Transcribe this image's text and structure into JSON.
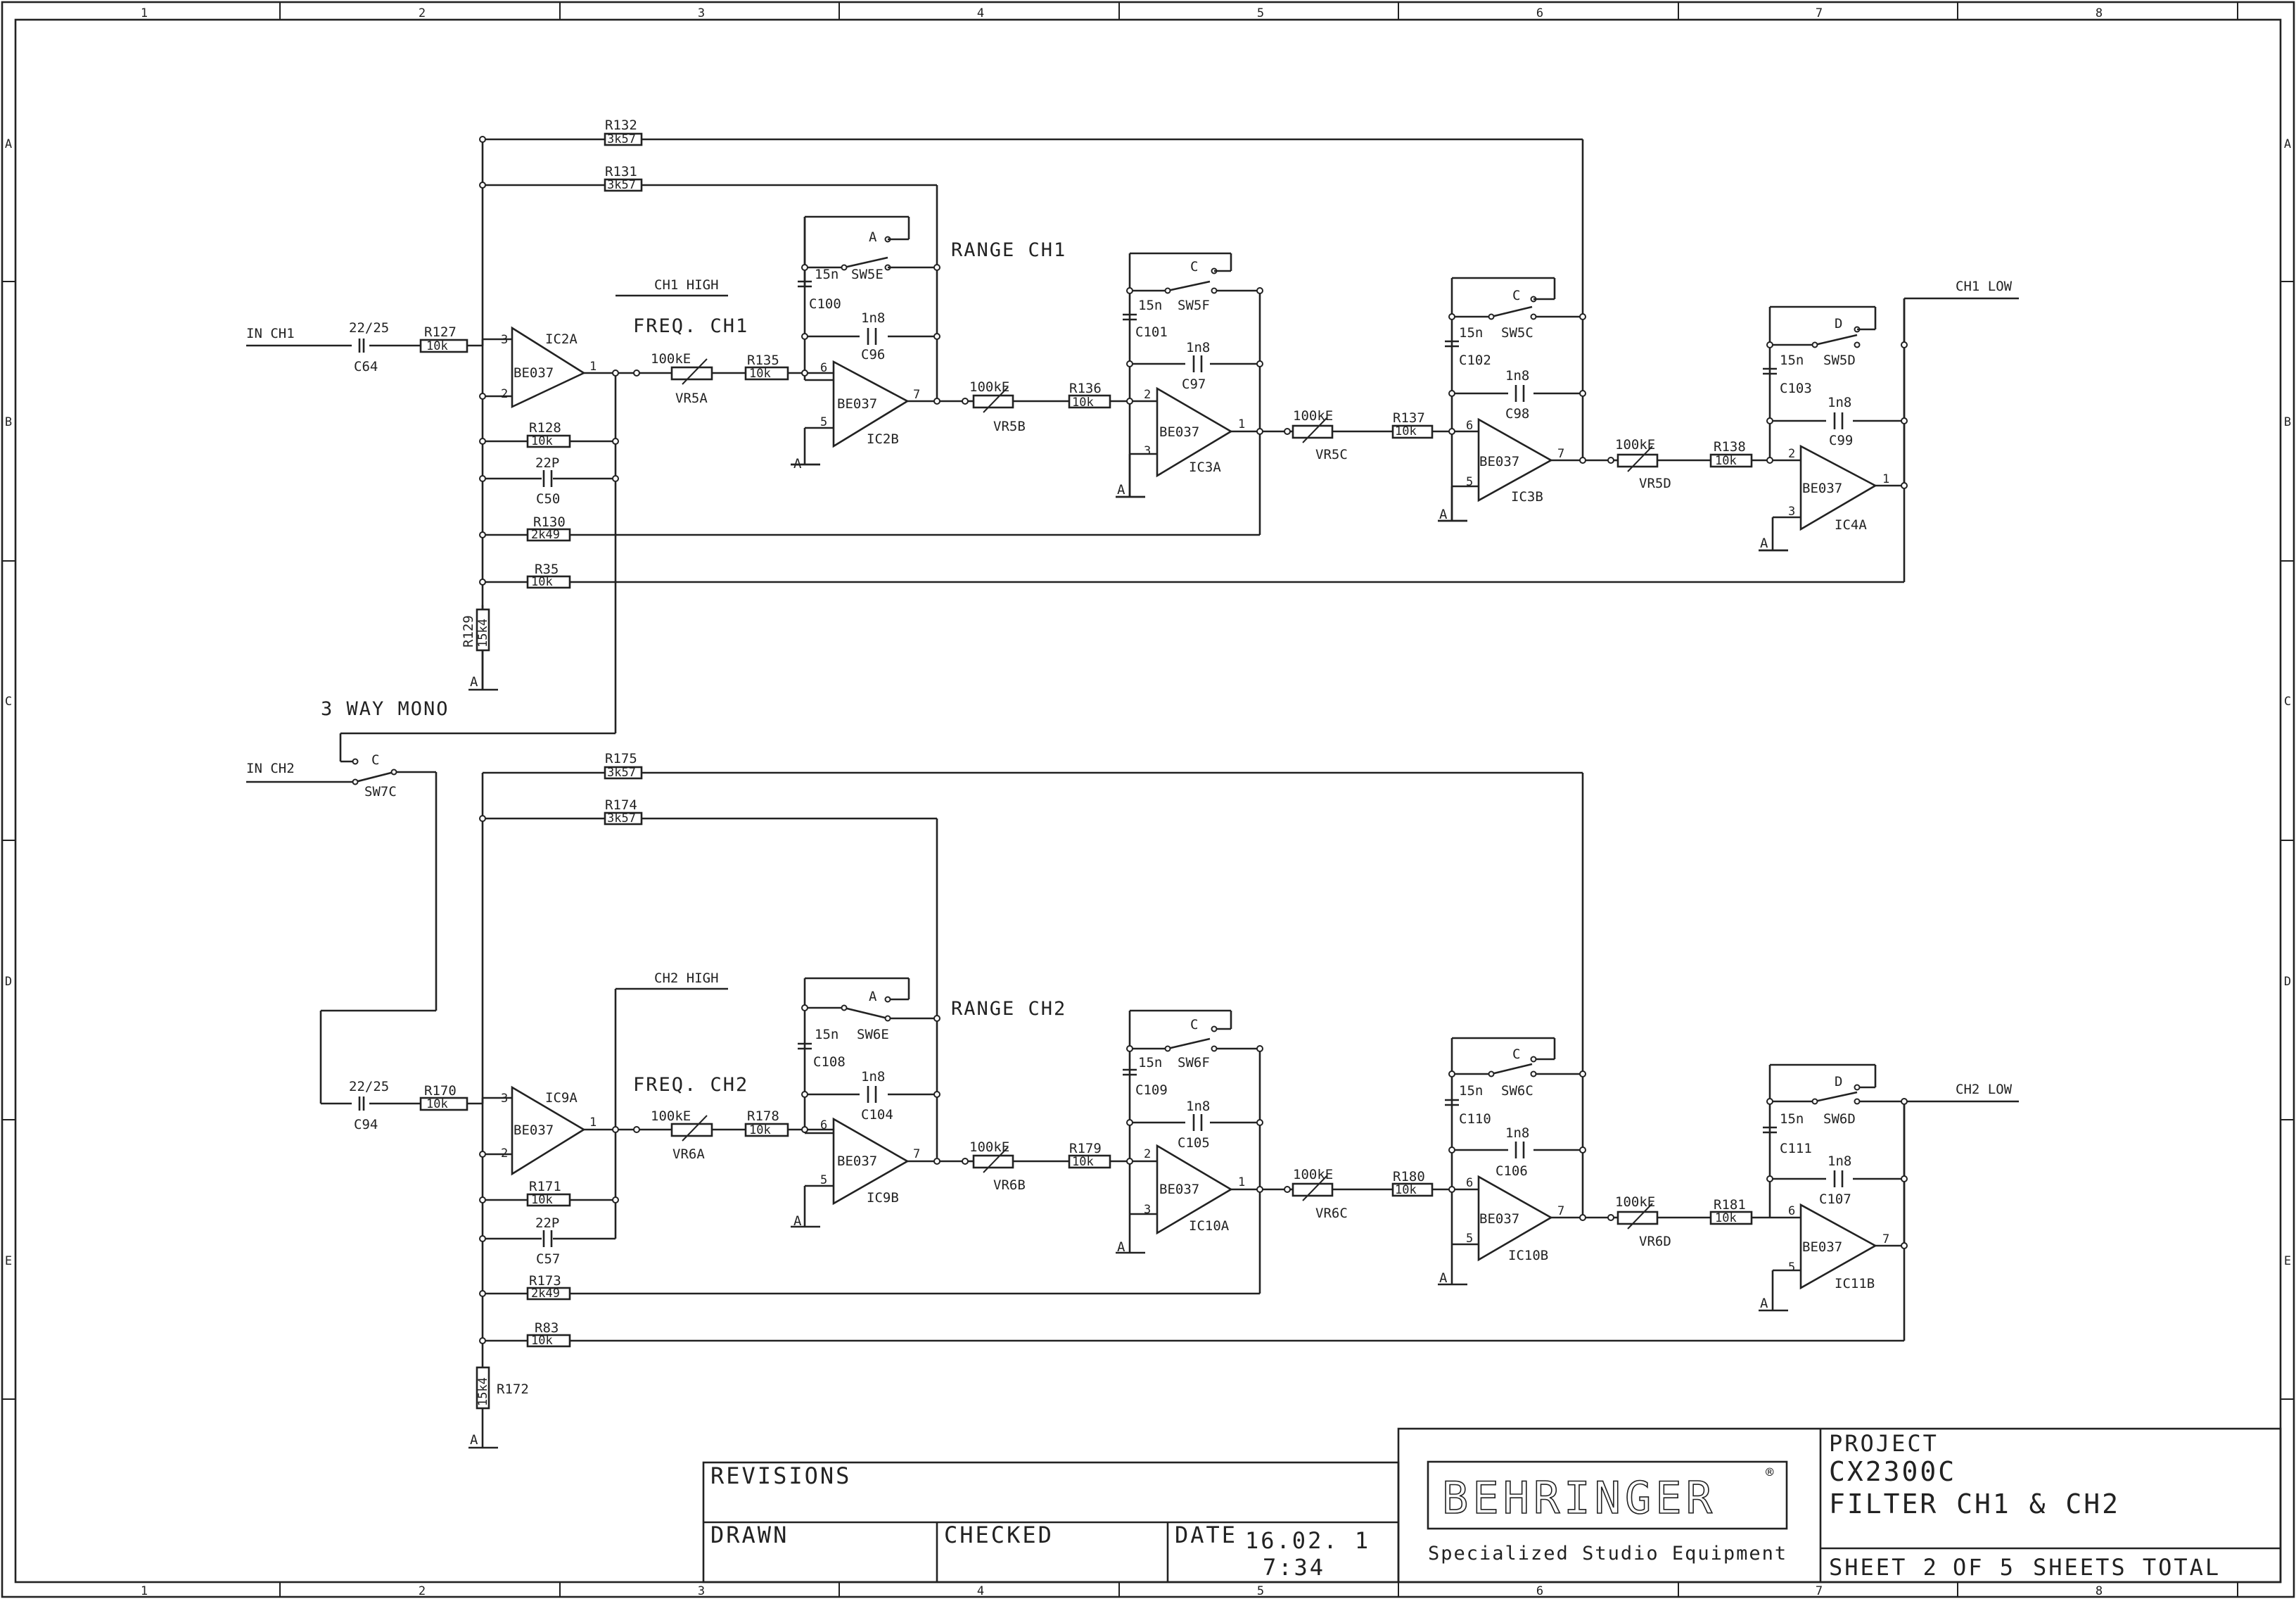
{
  "border": {
    "columns": [
      "1",
      "2",
      "3",
      "4",
      "5",
      "6",
      "7",
      "8"
    ],
    "rows": [
      "A",
      "B",
      "C",
      "D",
      "E"
    ]
  },
  "labels": {
    "in_ch1": "IN CH1",
    "in_ch2": "IN CH2",
    "ch1_high": "CH1 HIGH",
    "ch2_high": "CH2 HIGH",
    "ch1_low": "CH1 LOW",
    "ch2_low": "CH2 LOW",
    "freq_ch1": "FREQ. CH1",
    "freq_ch2": "FREQ. CH2",
    "range_ch1": "RANGE CH1",
    "range_ch2": "RANGE CH2",
    "three_way_mono": "3 WAY MONO",
    "gnd": "A"
  },
  "components": {
    "r132": {
      "ref": "R132",
      "val": "3k57"
    },
    "r131": {
      "ref": "R131",
      "val": "3k57"
    },
    "r127": {
      "ref": "R127",
      "val": "10k"
    },
    "r128": {
      "ref": "R128",
      "val": "10k"
    },
    "r130": {
      "ref": "R130",
      "val": "2k49"
    },
    "r35": {
      "ref": "R35",
      "val": "10k"
    },
    "r129": {
      "ref": "R129",
      "val": "15k4"
    },
    "r135": {
      "ref": "R135",
      "val": "10k"
    },
    "r136": {
      "ref": "R136",
      "val": "10k"
    },
    "r137": {
      "ref": "R137",
      "val": "10k"
    },
    "r138": {
      "ref": "R138",
      "val": "10k"
    },
    "c64": {
      "ref": "C64",
      "val": "22/25"
    },
    "c50": {
      "ref": "C50",
      "val": "22P"
    },
    "c100": {
      "ref": "C100",
      "val": "15n"
    },
    "c96": {
      "ref": "C96",
      "val": "1n8"
    },
    "c101": {
      "ref": "C101",
      "val": "15n"
    },
    "c97": {
      "ref": "C97",
      "val": "1n8"
    },
    "c102": {
      "ref": "C102",
      "val": "15n"
    },
    "c98": {
      "ref": "C98",
      "val": "1n8"
    },
    "c103": {
      "ref": "C103",
      "val": "15n"
    },
    "c99": {
      "ref": "C99",
      "val": "1n8"
    },
    "vr5a": {
      "ref": "VR5A",
      "val": "100kE"
    },
    "vr5b": {
      "ref": "VR5B",
      "val": "100kE"
    },
    "vr5c": {
      "ref": "VR5C",
      "val": "100kE"
    },
    "vr5d": {
      "ref": "VR5D",
      "val": "100kE"
    },
    "sw5e": {
      "ref": "SW5E",
      "pos": "A"
    },
    "sw5f": {
      "ref": "SW5F",
      "pos": "C"
    },
    "sw5c": {
      "ref": "SW5C",
      "pos": "C"
    },
    "sw5d": {
      "ref": "SW5D",
      "pos": "D"
    },
    "ic2a": {
      "ref": "IC2A",
      "type": "BE037"
    },
    "ic2b": {
      "ref": "IC2B",
      "type": "BE037"
    },
    "ic3a": {
      "ref": "IC3A",
      "type": "BE037"
    },
    "ic3b": {
      "ref": "IC3B",
      "type": "BE037"
    },
    "ic4a": {
      "ref": "IC4A",
      "type": "BE037"
    },
    "r175": {
      "ref": "R175",
      "val": "3k57"
    },
    "r174": {
      "ref": "R174",
      "val": "3k57"
    },
    "r170": {
      "ref": "R170",
      "val": "10k"
    },
    "r171": {
      "ref": "R171",
      "val": "10k"
    },
    "r173": {
      "ref": "R173",
      "val": "2k49"
    },
    "r83": {
      "ref": "R83",
      "val": "10k"
    },
    "r172": {
      "ref": "R172",
      "val": "15k4"
    },
    "r178": {
      "ref": "R178",
      "val": "10k"
    },
    "r179": {
      "ref": "R179",
      "val": "10k"
    },
    "r180": {
      "ref": "R180",
      "val": "10k"
    },
    "r181": {
      "ref": "R181",
      "val": "10k"
    },
    "c94": {
      "ref": "C94",
      "val": "22/25"
    },
    "c57": {
      "ref": "C57",
      "val": "22P"
    },
    "c108": {
      "ref": "C108",
      "val": "15n"
    },
    "c104": {
      "ref": "C104",
      "val": "1n8"
    },
    "c109": {
      "ref": "C109",
      "val": "15n"
    },
    "c105": {
      "ref": "C105",
      "val": "1n8"
    },
    "c110": {
      "ref": "C110",
      "val": "15n"
    },
    "c106": {
      "ref": "C106",
      "val": "1n8"
    },
    "c111": {
      "ref": "C111",
      "val": "15n"
    },
    "c107": {
      "ref": "C107",
      "val": "1n8"
    },
    "vr6a": {
      "ref": "VR6A",
      "val": "100kE"
    },
    "vr6b": {
      "ref": "VR6B",
      "val": "100kE"
    },
    "vr6c": {
      "ref": "VR6C",
      "val": "100kE"
    },
    "vr6d": {
      "ref": "VR6D",
      "val": "100kE"
    },
    "sw6e": {
      "ref": "SW6E",
      "pos": "A"
    },
    "sw6f": {
      "ref": "SW6F",
      "pos": "C"
    },
    "sw6c": {
      "ref": "SW6C",
      "pos": "C"
    },
    "sw6d": {
      "ref": "SW6D",
      "pos": "D"
    },
    "ic9a": {
      "ref": "IC9A",
      "type": "BE037"
    },
    "ic9b": {
      "ref": "IC9B",
      "type": "BE037"
    },
    "ic10a": {
      "ref": "IC10A",
      "type": "BE037"
    },
    "ic10b": {
      "ref": "IC10B",
      "type": "BE037"
    },
    "ic11b": {
      "ref": "IC11B",
      "type": "BE037"
    },
    "sw7c": {
      "ref": "SW7C",
      "pos": "C"
    }
  },
  "pins": {
    "p1": "1",
    "p2": "2",
    "p3": "3",
    "p5": "5",
    "p6": "6",
    "p7": "7",
    "plus": "+",
    "minus": "-"
  },
  "title_block": {
    "revisions": "REVISIONS",
    "drawn": "DRAWN",
    "checked": "CHECKED",
    "date_label": "DATE",
    "date": "16.02. 1",
    "time": "7:34",
    "brand": "BEHRINGER",
    "registered": "®",
    "tagline": "Specialized Studio Equipment",
    "project_label": "PROJECT",
    "project": "CX2300C",
    "sheet_title": "FILTER CH1 & CH2",
    "sheet": "SHEET 2",
    "of": "OF 5",
    "total": "SHEETS TOTAL"
  }
}
